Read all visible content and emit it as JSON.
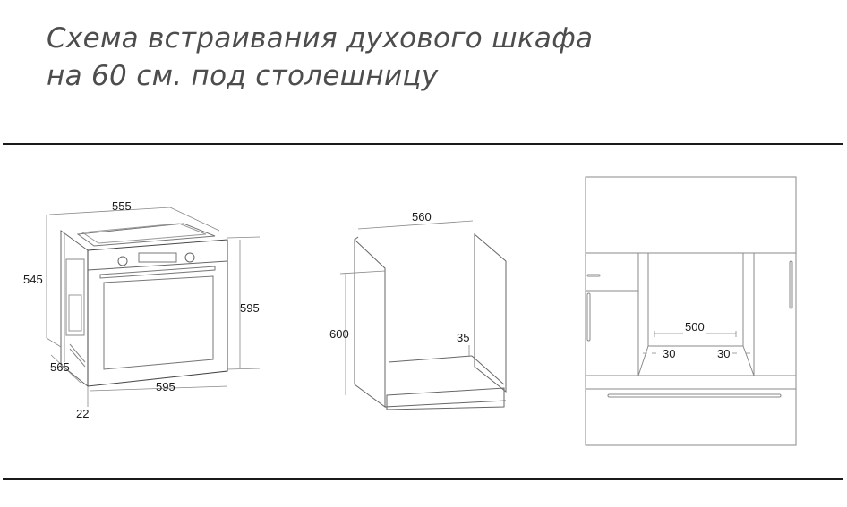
{
  "title": {
    "line1": "Схема встраивания духового шкафа",
    "line2": "на 60 см. под столешницу"
  },
  "diagram_oven": {
    "width_top": "555",
    "depth_side": "545",
    "height": "595",
    "depth_bottom": "565",
    "width_front": "595",
    "door_offset": "22"
  },
  "diagram_cabinet": {
    "inner_width": "560",
    "height": "600",
    "gap": "35"
  },
  "diagram_niche": {
    "opening_width": "500",
    "left_gap": "30",
    "right_gap": "30"
  },
  "colors": {
    "title": "#4d4d4d",
    "rule": "#1a1a1a",
    "line": "#6e6e6e"
  }
}
